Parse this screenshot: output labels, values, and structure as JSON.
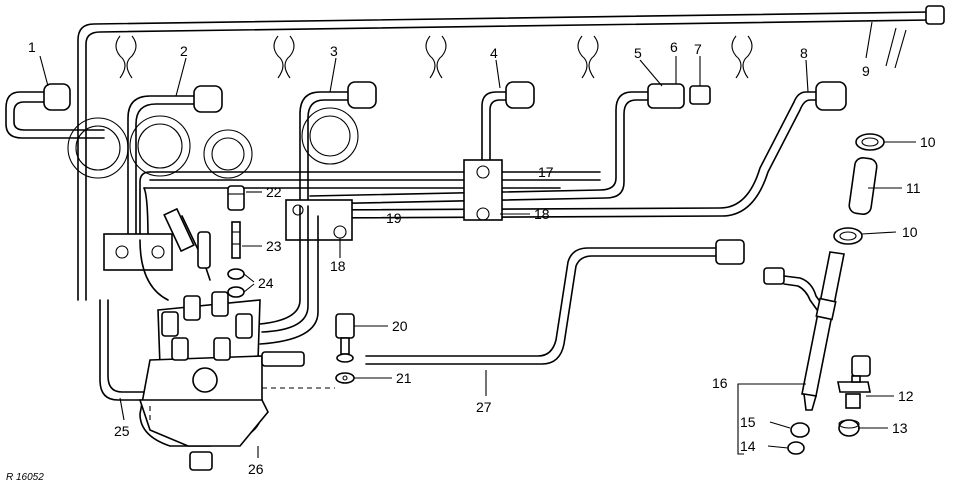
{
  "diagram": {
    "reference_code": "R 16052",
    "callouts": [
      {
        "id": "c1",
        "label": "1"
      },
      {
        "id": "c2",
        "label": "2"
      },
      {
        "id": "c3",
        "label": "3"
      },
      {
        "id": "c4",
        "label": "4"
      },
      {
        "id": "c5",
        "label": "5"
      },
      {
        "id": "c6",
        "label": "6"
      },
      {
        "id": "c7",
        "label": "7"
      },
      {
        "id": "c8",
        "label": "8"
      },
      {
        "id": "c9",
        "label": "9"
      },
      {
        "id": "c10a",
        "label": "10"
      },
      {
        "id": "c10b",
        "label": "10"
      },
      {
        "id": "c11",
        "label": "11"
      },
      {
        "id": "c12",
        "label": "12"
      },
      {
        "id": "c13",
        "label": "13"
      },
      {
        "id": "c14",
        "label": "14"
      },
      {
        "id": "c15",
        "label": "15"
      },
      {
        "id": "c16",
        "label": "16"
      },
      {
        "id": "c17",
        "label": "17"
      },
      {
        "id": "c18a",
        "label": "18"
      },
      {
        "id": "c18b",
        "label": "18"
      },
      {
        "id": "c19",
        "label": "19"
      },
      {
        "id": "c20",
        "label": "20"
      },
      {
        "id": "c21",
        "label": "21"
      },
      {
        "id": "c22",
        "label": "22"
      },
      {
        "id": "c23",
        "label": "23"
      },
      {
        "id": "c24",
        "label": "24"
      },
      {
        "id": "c25",
        "label": "25"
      },
      {
        "id": "c26",
        "label": "26"
      },
      {
        "id": "c27",
        "label": "27"
      }
    ]
  }
}
